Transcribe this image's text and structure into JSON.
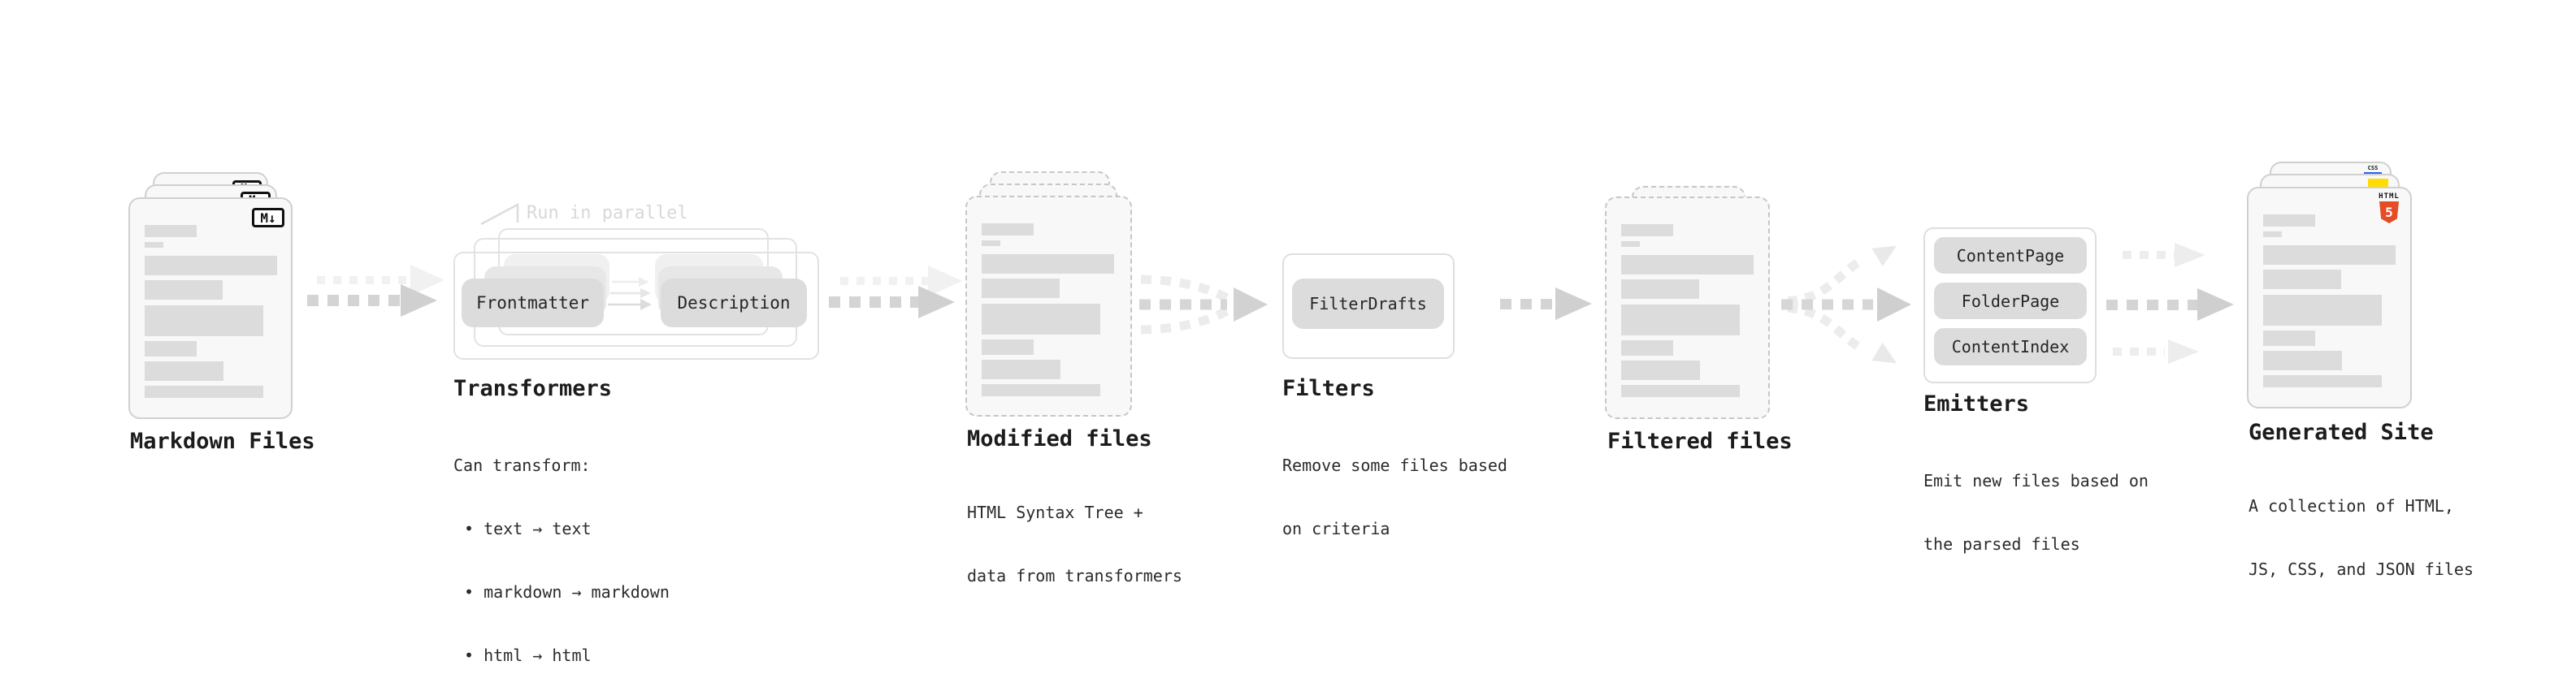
{
  "stages": {
    "markdown": {
      "title": "Markdown Files",
      "badge": "M↓"
    },
    "transformers": {
      "title": "Transformers",
      "annotation": "Run in parallel",
      "pills": {
        "frontmatter": "Frontmatter",
        "description": "Description"
      },
      "caption": {
        "line1": "Can transform:",
        "line2": "• text → text",
        "line3": "• markdown → markdown",
        "line4": "• html → html"
      }
    },
    "modified": {
      "title": "Modified files",
      "caption": {
        "line1": "HTML Syntax Tree +",
        "line2": "data from transformers"
      }
    },
    "filters": {
      "title": "Filters",
      "pills": {
        "filterdrafts": "FilterDrafts"
      },
      "caption": {
        "line1": "Remove some files based",
        "line2": "on criteria"
      }
    },
    "filtered": {
      "title": "Filtered files"
    },
    "emitters": {
      "title": "Emitters",
      "pills": {
        "contentpage": "ContentPage",
        "folderpage": "FolderPage",
        "contentindex": "ContentIndex"
      },
      "caption": {
        "line1": "Emit new files based on",
        "line2": "the parsed files"
      }
    },
    "site": {
      "title": "Generated Site",
      "badges": {
        "css": "CSS",
        "html_word": "HTML",
        "html_number": "5"
      },
      "caption": {
        "line1": "A collection of HTML,",
        "line2": "JS, CSS, and JSON files"
      }
    }
  },
  "colors": {
    "html5_orange": "#e44d26",
    "js_yellow": "#ffdd00",
    "css_blue": "#2b62f6",
    "arrow_main": "#d4d4d4",
    "arrow_light": "#ededed",
    "doc_fill": "#f8f8f8",
    "bar_fill": "#dcdcdc",
    "text_dark": "#1c1c1c"
  }
}
